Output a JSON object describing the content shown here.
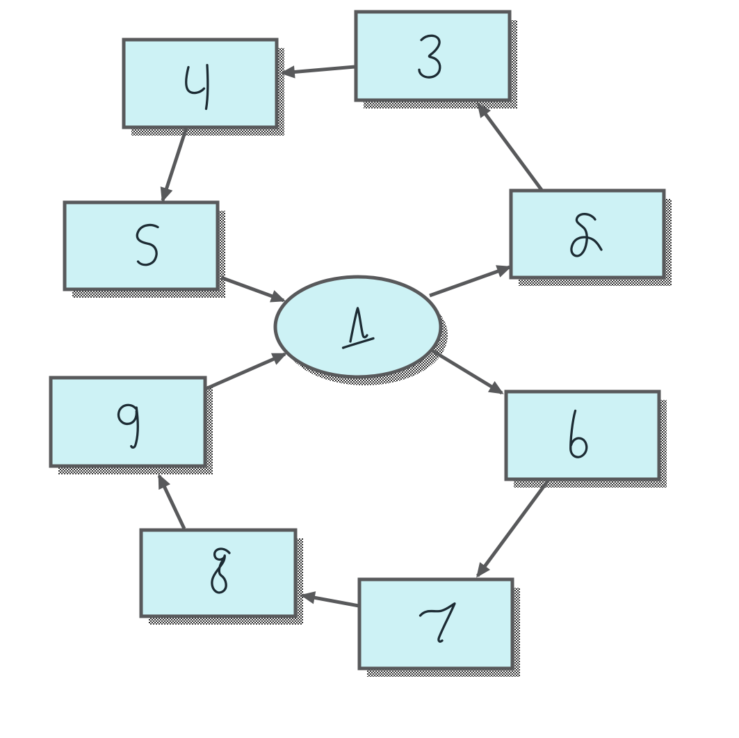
{
  "diagram": {
    "type": "cycle-flow-diagram",
    "style": "hand-drawn",
    "background_color": "#ffffff",
    "node_fill_color": "#cdf2f5",
    "node_border_color": "#58595b",
    "arrow_color": "#58595b",
    "ink_color": "#1c2b33",
    "shadow_style": "dither-checkerboard",
    "shadow_color": "#2e2e2e",
    "nodes": [
      {
        "id": "1",
        "label": "1",
        "shape": "ellipse"
      },
      {
        "id": "2",
        "label": "2",
        "shape": "rectangle"
      },
      {
        "id": "3",
        "label": "3",
        "shape": "rectangle"
      },
      {
        "id": "4",
        "label": "4",
        "shape": "rectangle"
      },
      {
        "id": "5",
        "label": "5",
        "shape": "rectangle"
      },
      {
        "id": "6",
        "label": "6",
        "shape": "rectangle"
      },
      {
        "id": "7",
        "label": "7",
        "shape": "rectangle"
      },
      {
        "id": "8",
        "label": "8",
        "shape": "rectangle"
      },
      {
        "id": "9",
        "label": "9",
        "shape": "rectangle"
      }
    ],
    "edges": [
      {
        "from": "1",
        "to": "2"
      },
      {
        "from": "2",
        "to": "3"
      },
      {
        "from": "3",
        "to": "4"
      },
      {
        "from": "4",
        "to": "5"
      },
      {
        "from": "5",
        "to": "1"
      },
      {
        "from": "1",
        "to": "6"
      },
      {
        "from": "6",
        "to": "7"
      },
      {
        "from": "7",
        "to": "8"
      },
      {
        "from": "8",
        "to": "9"
      },
      {
        "from": "9",
        "to": "1"
      }
    ],
    "cycles": [
      "1-2-3-4-5-1",
      "1-6-7-8-9-1"
    ]
  }
}
